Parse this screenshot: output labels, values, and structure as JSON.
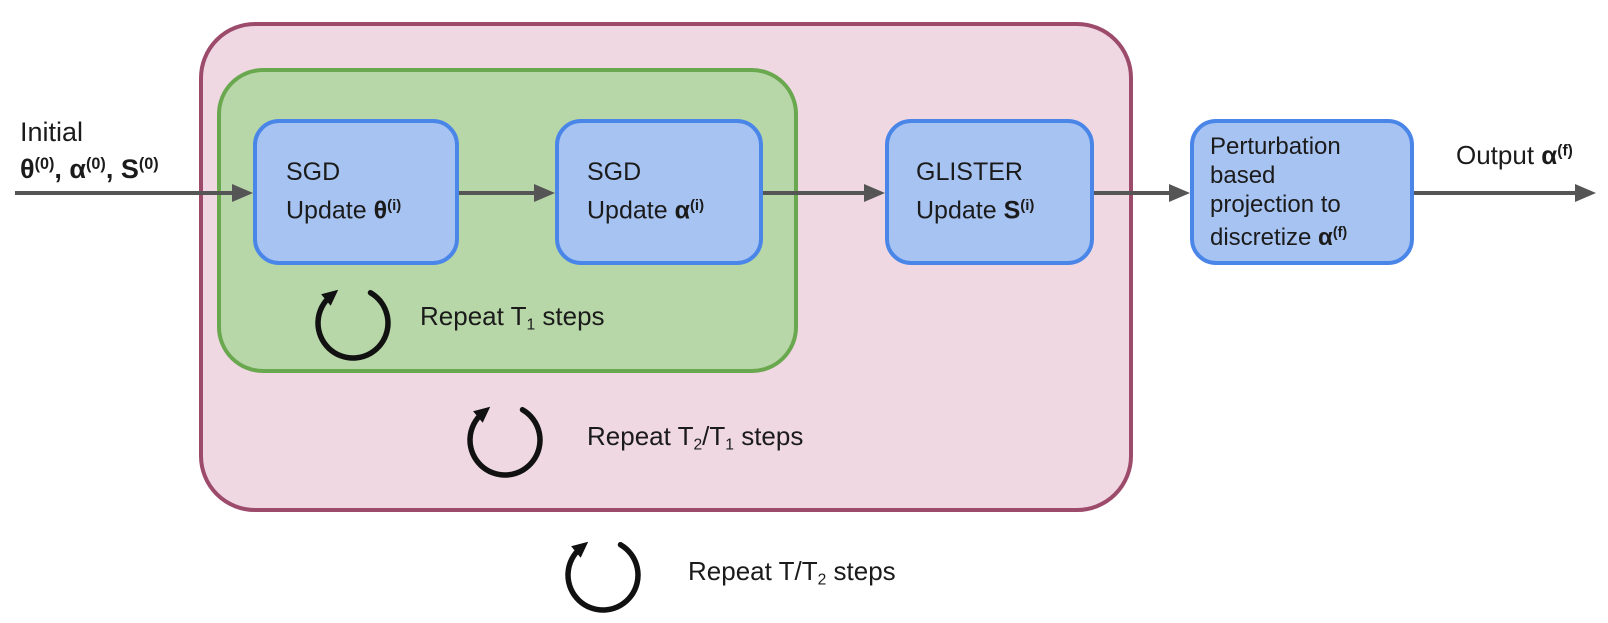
{
  "colors": {
    "outer-fill": "#efd8e2",
    "outer-border": "#9d4b6b",
    "inner-fill": "#b7d7a8",
    "inner-border": "#6aa84f",
    "box-fill": "#a7c3f1",
    "box-border": "#4a86e8",
    "arrow": "#555555",
    "loop-arrow": "#111111",
    "text": "#1b1b1b"
  },
  "initial_label": {
    "line1": "Initial",
    "sym1": "θ",
    "sup1": "(0)",
    "sep1": ", ",
    "sym2": "α",
    "sup2": "(0)",
    "sep2": ", ",
    "sym3": "S",
    "sup3": "(0)"
  },
  "output_label": {
    "pre": "Output ",
    "sym": "α",
    "sup": "(f)"
  },
  "boxes": [
    {
      "line1": "SGD",
      "line2_pre": "Update ",
      "sym": "θ",
      "sup": "(i)"
    },
    {
      "line1": "SGD",
      "line2_pre": "Update ",
      "sym": "α",
      "sup": "(i)"
    },
    {
      "line1": "GLISTER",
      "line2_pre": "Update ",
      "sym": "S",
      "sup": "(i)"
    },
    {
      "line1": "Perturbation",
      "line2": "based",
      "line3": "projection to",
      "line4_pre": "discretize ",
      "sym": "α",
      "sup": "(f)"
    }
  ],
  "loops": [
    {
      "p1": "Repeat T",
      "s1": "1",
      "p2": " steps"
    },
    {
      "p1": "Repeat T",
      "s1": "2",
      "p2": "/T",
      "s2": "1",
      "p3": " steps"
    },
    {
      "p1": "Repeat T/T",
      "s1": "2",
      "p2": " steps"
    }
  ]
}
